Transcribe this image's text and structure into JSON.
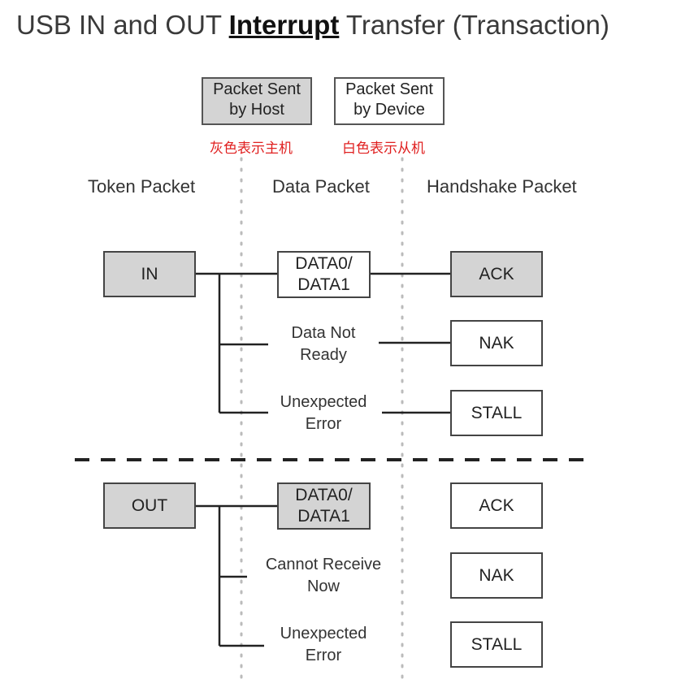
{
  "title": {
    "prefix": "USB IN and OUT ",
    "emphasis": "Interrupt",
    "suffix": " Transfer (Transaction)"
  },
  "legend": {
    "host": {
      "line1": "Packet Sent",
      "line2": "by Host",
      "note": "灰色表示主机",
      "fill": "#d4d4d4"
    },
    "device": {
      "line1": "Packet Sent",
      "line2": "by Device",
      "note": "白色表示从机",
      "fill": "#ffffff"
    }
  },
  "columns": {
    "token": "Token Packet",
    "data": "Data Packet",
    "handshake": "Handshake Packet"
  },
  "in_section": {
    "token": "IN",
    "data_line1": "DATA0/",
    "data_line2": "DATA1",
    "outcome2_line1": "Data Not",
    "outcome2_line2": "Ready",
    "outcome3_line1": "Unexpected",
    "outcome3_line2": "Error",
    "handshake1": "ACK",
    "handshake2": "NAK",
    "handshake3": "STALL"
  },
  "out_section": {
    "token": "OUT",
    "data_line1": "DATA0/",
    "data_line2": "DATA1",
    "outcome2_line1": "Cannot Receive",
    "outcome2_line2": "Now",
    "outcome3_line1": "Unexpected",
    "outcome3_line2": "Error",
    "handshake1": "ACK",
    "handshake2": "NAK",
    "handshake3": "STALL"
  },
  "colors": {
    "host_fill": "#d4d4d4",
    "device_fill": "#ffffff",
    "note_red": "#e02020",
    "line": "#222222"
  }
}
